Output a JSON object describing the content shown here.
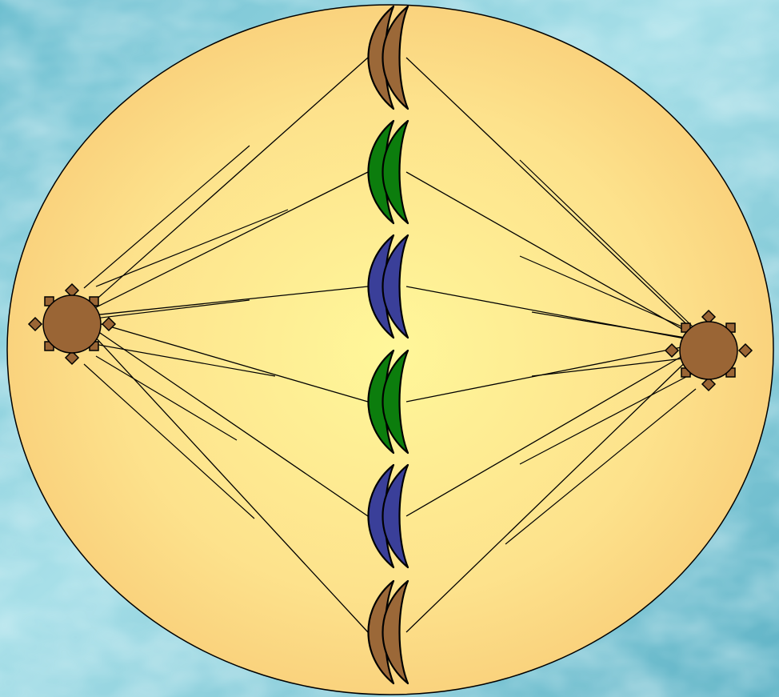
{
  "colors": {
    "background_light": "#c8eef2",
    "background_dark": "#4fa9bd",
    "cell_center": "#fff59b",
    "cell_edge": "#f9cf78",
    "outline": "#000000",
    "centrosome": "#9a6535",
    "chromosome_brown": "#9b6838",
    "chromosome_green": "#0c7d0d",
    "chromosome_blue": "#3a3f99",
    "spindle": "#000000"
  },
  "chromosome_pairs": [
    {
      "name": "chromosome-pair-1",
      "color": "brown"
    },
    {
      "name": "chromosome-pair-2",
      "color": "green"
    },
    {
      "name": "chromosome-pair-3",
      "color": "blue"
    },
    {
      "name": "chromosome-pair-4",
      "color": "green"
    },
    {
      "name": "chromosome-pair-5",
      "color": "blue"
    },
    {
      "name": "chromosome-pair-6",
      "color": "brown"
    }
  ],
  "centrosomes": [
    {
      "name": "left-centrosome"
    },
    {
      "name": "right-centrosome"
    }
  ]
}
